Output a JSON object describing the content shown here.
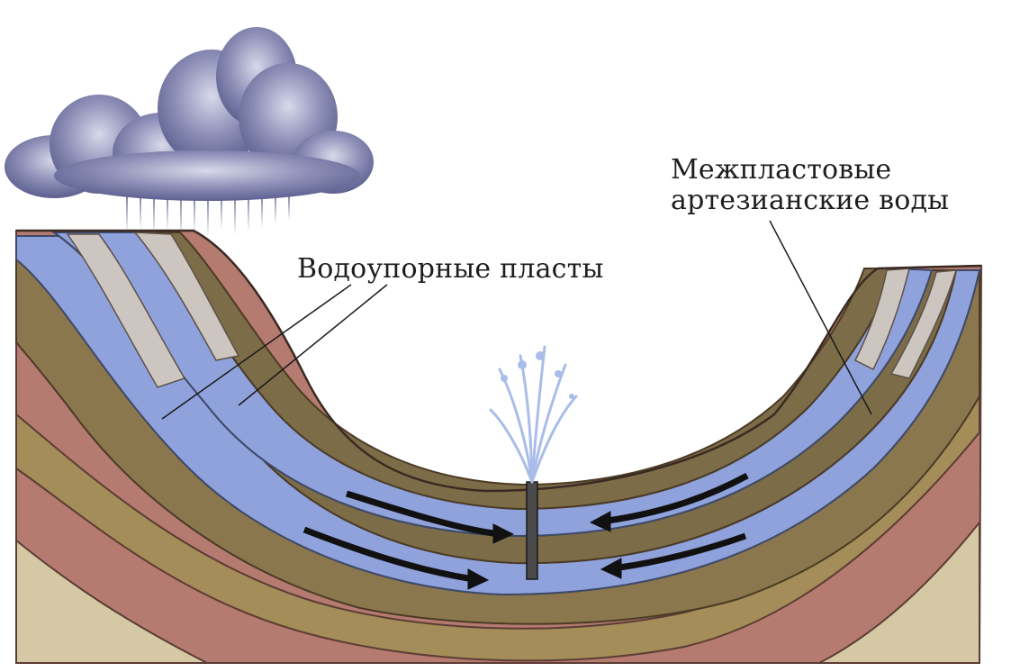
{
  "labels": {
    "aquitard": "Водоупорные пласты",
    "artesian_line1": "Межпластовые",
    "artesian_line2": "артезианские воды"
  },
  "colors": {
    "background": "#ffffff",
    "outer_rock": "#b57a70",
    "deep_layer": "#d5c9a5",
    "sand_layer": "#a48d58",
    "dark_aquitard": "#7c6c48",
    "water": "#8fa2dc",
    "recharge_zone": "#cdc6c0",
    "cloud": "#7d7fa8",
    "arrow": "#111111",
    "well_pipe": "#4a4a4a",
    "fountain": "#a9bde8"
  },
  "icons": [
    "rain-cloud-icon",
    "artesian-well-icon",
    "flow-arrow-icon",
    "fountain-icon"
  ]
}
